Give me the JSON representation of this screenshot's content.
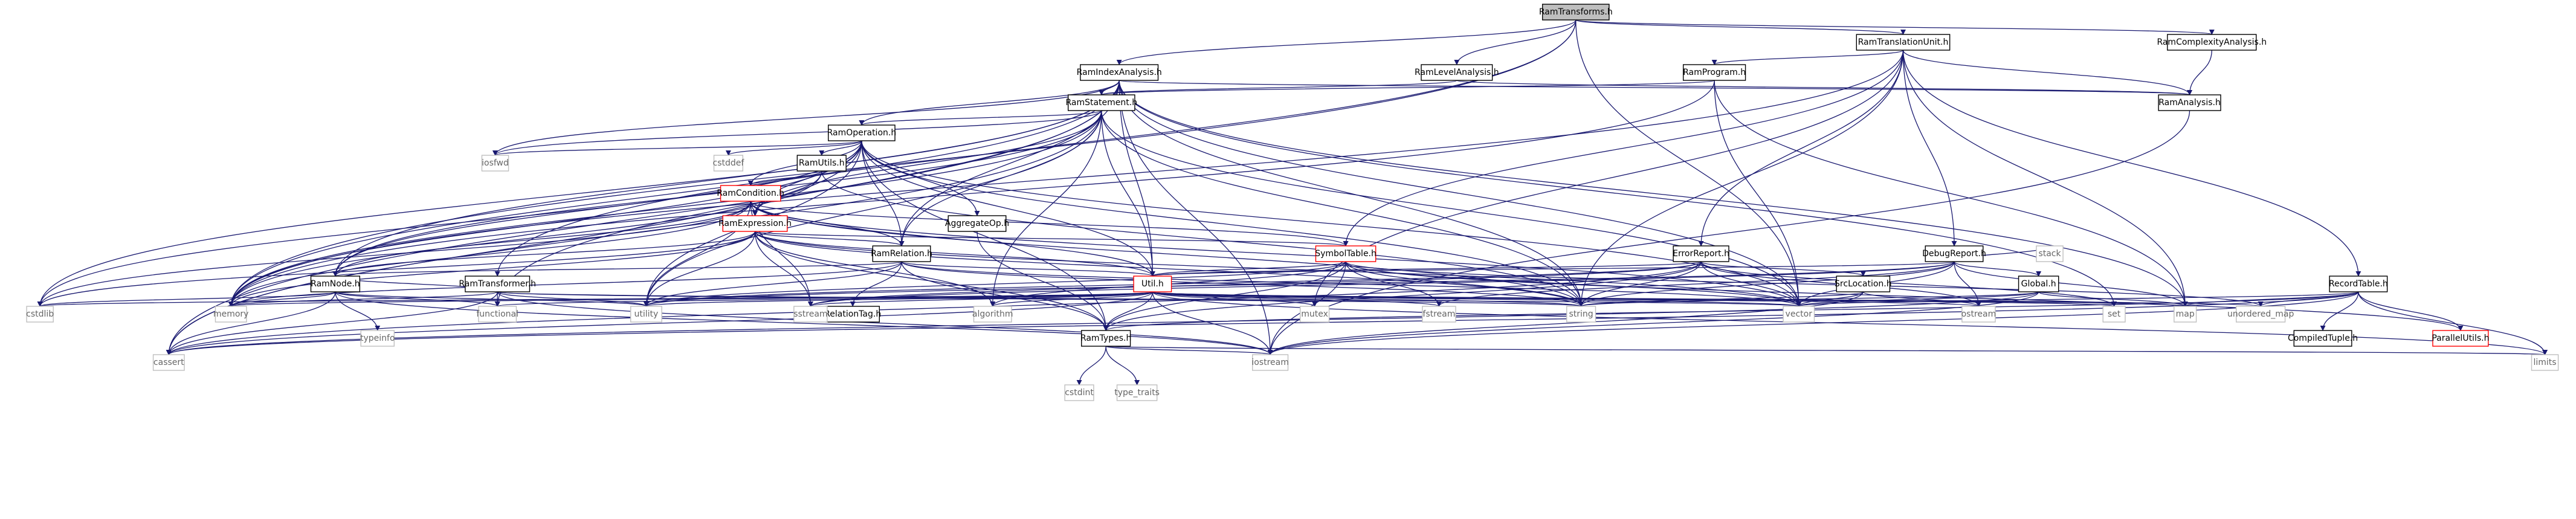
{
  "graph": {
    "nodes": [
      {
        "id": "n0",
        "label": "RamTransforms.h",
        "style": "root"
      },
      {
        "id": "n1",
        "label": "RamTranslationUnit.h",
        "style": "doc"
      },
      {
        "id": "n2",
        "label": "RamComplexityAnalysis.h",
        "style": "doc"
      },
      {
        "id": "n3",
        "label": "RamIndexAnalysis.h",
        "style": "doc"
      },
      {
        "id": "n4",
        "label": "RamLevelAnalysis.h",
        "style": "doc"
      },
      {
        "id": "n5",
        "label": "RamProgram.h",
        "style": "doc"
      },
      {
        "id": "n6",
        "label": "RamAnalysis.h",
        "style": "doc"
      },
      {
        "id": "n7",
        "label": "RamStatement.h",
        "style": "doc"
      },
      {
        "id": "n8",
        "label": "RamOperation.h",
        "style": "doc"
      },
      {
        "id": "n9",
        "label": "RamUtils.h",
        "style": "doc"
      },
      {
        "id": "n10",
        "label": "RamCondition.h",
        "style": "red"
      },
      {
        "id": "n11",
        "label": "RamExpression.h",
        "style": "red"
      },
      {
        "id": "n12",
        "label": "AggregateOp.h",
        "style": "doc"
      },
      {
        "id": "n13",
        "label": "RamRelation.h",
        "style": "doc"
      },
      {
        "id": "n14",
        "label": "SymbolTable.h",
        "style": "red"
      },
      {
        "id": "n15",
        "label": "ErrorReport.h",
        "style": "doc"
      },
      {
        "id": "n16",
        "label": "DebugReport.h",
        "style": "doc"
      },
      {
        "id": "n17",
        "label": "RamNode.h",
        "style": "doc"
      },
      {
        "id": "n18",
        "label": "RamTransformer.h",
        "style": "doc"
      },
      {
        "id": "n19",
        "label": "RelationTag.h",
        "style": "doc"
      },
      {
        "id": "n20",
        "label": "Util.h",
        "style": "red"
      },
      {
        "id": "n21",
        "label": "SrcLocation.h",
        "style": "doc"
      },
      {
        "id": "n22",
        "label": "Global.h",
        "style": "doc"
      },
      {
        "id": "n23",
        "label": "RecordTable.h",
        "style": "doc"
      },
      {
        "id": "n24",
        "label": "RamTypes.h",
        "style": "doc"
      },
      {
        "id": "n25",
        "label": "CompiledTuple.h",
        "style": "doc"
      },
      {
        "id": "n26",
        "label": "ParallelUtils.h",
        "style": "red"
      },
      {
        "id": "n27",
        "label": "iosfwd",
        "style": "sys"
      },
      {
        "id": "n28",
        "label": "cstddef",
        "style": "sys"
      },
      {
        "id": "n29",
        "label": "cstdlib",
        "style": "sys"
      },
      {
        "id": "n30",
        "label": "memory",
        "style": "sys"
      },
      {
        "id": "n31",
        "label": "typeinfo",
        "style": "sys"
      },
      {
        "id": "n32",
        "label": "functional",
        "style": "sys"
      },
      {
        "id": "n33",
        "label": "utility",
        "style": "sys"
      },
      {
        "id": "n34",
        "label": "sstream",
        "style": "sys"
      },
      {
        "id": "n35",
        "label": "algorithm",
        "style": "sys"
      },
      {
        "id": "n36",
        "label": "mutex",
        "style": "sys"
      },
      {
        "id": "n37",
        "label": "fstream",
        "style": "sys"
      },
      {
        "id": "n38",
        "label": "string",
        "style": "sys"
      },
      {
        "id": "n39",
        "label": "vector",
        "style": "sys"
      },
      {
        "id": "n40",
        "label": "ostream",
        "style": "sys"
      },
      {
        "id": "n41",
        "label": "set",
        "style": "sys"
      },
      {
        "id": "n42",
        "label": "map",
        "style": "sys"
      },
      {
        "id": "n43",
        "label": "unordered_map",
        "style": "sys"
      },
      {
        "id": "n44",
        "label": "stack",
        "style": "sys"
      },
      {
        "id": "n45",
        "label": "cassert",
        "style": "sys"
      },
      {
        "id": "n46",
        "label": "iostream",
        "style": "sys"
      },
      {
        "id": "n47",
        "label": "limits",
        "style": "sys"
      },
      {
        "id": "n48",
        "label": "cstdint",
        "style": "sys"
      },
      {
        "id": "n49",
        "label": "type_traits",
        "style": "sys"
      }
    ],
    "edges": [
      [
        "n0",
        "n1"
      ],
      [
        "n0",
        "n2"
      ],
      [
        "n0",
        "n3"
      ],
      [
        "n0",
        "n4"
      ],
      [
        "n0",
        "n18"
      ],
      [
        "n0",
        "n30"
      ],
      [
        "n0",
        "n39"
      ],
      [
        "n1",
        "n5"
      ],
      [
        "n1",
        "n6"
      ],
      [
        "n1",
        "n15"
      ],
      [
        "n1",
        "n16"
      ],
      [
        "n1",
        "n23"
      ],
      [
        "n1",
        "n14"
      ],
      [
        "n1",
        "n36"
      ],
      [
        "n1",
        "n38"
      ],
      [
        "n1",
        "n42"
      ],
      [
        "n1",
        "n30"
      ],
      [
        "n2",
        "n6"
      ],
      [
        "n3",
        "n7"
      ],
      [
        "n3",
        "n8"
      ],
      [
        "n3",
        "n13"
      ],
      [
        "n3",
        "n17"
      ],
      [
        "n3",
        "n6"
      ],
      [
        "n3",
        "n20"
      ],
      [
        "n3",
        "n38"
      ],
      [
        "n3",
        "n39"
      ],
      [
        "n3",
        "n41"
      ],
      [
        "n3",
        "n42"
      ],
      [
        "n3",
        "n30"
      ],
      [
        "n3",
        "n45"
      ],
      [
        "n3",
        "n29"
      ],
      [
        "n3",
        "n46"
      ],
      [
        "n3",
        "n32"
      ],
      [
        "n3",
        "n27"
      ],
      [
        "n4",
        "n7"
      ],
      [
        "n4",
        "n6"
      ],
      [
        "n5",
        "n7"
      ],
      [
        "n5",
        "n42"
      ],
      [
        "n5",
        "n39"
      ],
      [
        "n5",
        "n30"
      ],
      [
        "n6",
        "n46"
      ],
      [
        "n7",
        "n8"
      ],
      [
        "n7",
        "n13"
      ],
      [
        "n7",
        "n17"
      ],
      [
        "n7",
        "n11"
      ],
      [
        "n7",
        "n20"
      ],
      [
        "n7",
        "n35"
      ],
      [
        "n7",
        "n38"
      ],
      [
        "n7",
        "n39"
      ],
      [
        "n7",
        "n30"
      ],
      [
        "n7",
        "n27"
      ],
      [
        "n7",
        "n33"
      ],
      [
        "n7",
        "n45"
      ],
      [
        "n8",
        "n9"
      ],
      [
        "n8",
        "n10"
      ],
      [
        "n8",
        "n11"
      ],
      [
        "n8",
        "n12"
      ],
      [
        "n8",
        "n13"
      ],
      [
        "n8",
        "n17"
      ],
      [
        "n8",
        "n20"
      ],
      [
        "n8",
        "n24"
      ],
      [
        "n8",
        "n28"
      ],
      [
        "n8",
        "n27"
      ],
      [
        "n8",
        "n38"
      ],
      [
        "n8",
        "n39"
      ],
      [
        "n8",
        "n30"
      ],
      [
        "n8",
        "n29"
      ],
      [
        "n8",
        "n33"
      ],
      [
        "n8",
        "n45"
      ],
      [
        "n9",
        "n10"
      ],
      [
        "n9",
        "n11"
      ],
      [
        "n9",
        "n38"
      ],
      [
        "n9",
        "n30"
      ],
      [
        "n10",
        "n11"
      ],
      [
        "n10",
        "n13"
      ],
      [
        "n10",
        "n17"
      ],
      [
        "n10",
        "n14"
      ],
      [
        "n10",
        "n20"
      ],
      [
        "n10",
        "n34"
      ],
      [
        "n10",
        "n38"
      ],
      [
        "n10",
        "n39"
      ],
      [
        "n10",
        "n30"
      ],
      [
        "n10",
        "n29"
      ],
      [
        "n10",
        "n33"
      ],
      [
        "n11",
        "n13"
      ],
      [
        "n11",
        "n17"
      ],
      [
        "n11",
        "n14"
      ],
      [
        "n11",
        "n20"
      ],
      [
        "n11",
        "n24"
      ],
      [
        "n11",
        "n35"
      ],
      [
        "n11",
        "n38"
      ],
      [
        "n11",
        "n39"
      ],
      [
        "n11",
        "n30"
      ],
      [
        "n11",
        "n33"
      ],
      [
        "n11",
        "n34"
      ],
      [
        "n11",
        "n29"
      ],
      [
        "n12",
        "n24"
      ],
      [
        "n13",
        "n17"
      ],
      [
        "n13",
        "n19"
      ],
      [
        "n13",
        "n20"
      ],
      [
        "n13",
        "n24"
      ],
      [
        "n13",
        "n38"
      ],
      [
        "n13",
        "n39"
      ],
      [
        "n13",
        "n30"
      ],
      [
        "n13",
        "n33"
      ],
      [
        "n14",
        "n20"
      ],
      [
        "n14",
        "n24"
      ],
      [
        "n14",
        "n38"
      ],
      [
        "n14",
        "n39"
      ],
      [
        "n14",
        "n46"
      ],
      [
        "n14",
        "n33"
      ],
      [
        "n14",
        "n37"
      ],
      [
        "n14",
        "n35"
      ],
      [
        "n14",
        "n43"
      ],
      [
        "n14",
        "n26"
      ],
      [
        "n15",
        "n20"
      ],
      [
        "n15",
        "n21"
      ],
      [
        "n15",
        "n24"
      ],
      [
        "n15",
        "n40"
      ],
      [
        "n15",
        "n39"
      ],
      [
        "n15",
        "n38"
      ],
      [
        "n15",
        "n41"
      ],
      [
        "n15",
        "n33"
      ],
      [
        "n15",
        "n34"
      ],
      [
        "n15",
        "n45"
      ],
      [
        "n16",
        "n22"
      ],
      [
        "n16",
        "n20"
      ],
      [
        "n16",
        "n44"
      ],
      [
        "n16",
        "n38"
      ],
      [
        "n16",
        "n39"
      ],
      [
        "n16",
        "n42"
      ],
      [
        "n16",
        "n40"
      ],
      [
        "n16",
        "n37"
      ],
      [
        "n16",
        "n34"
      ],
      [
        "n16",
        "n33"
      ],
      [
        "n17",
        "n32"
      ],
      [
        "n17",
        "n31"
      ],
      [
        "n17",
        "n33"
      ],
      [
        "n17",
        "n30"
      ],
      [
        "n17",
        "n29"
      ],
      [
        "n17",
        "n45"
      ],
      [
        "n17",
        "n46"
      ],
      [
        "n18",
        "n17"
      ],
      [
        "n18",
        "n32"
      ],
      [
        "n18",
        "n30"
      ],
      [
        "n18",
        "n33"
      ],
      [
        "n18",
        "n45"
      ],
      [
        "n18",
        "n46"
      ],
      [
        "n18",
        "n38"
      ],
      [
        "n18",
        "n39"
      ],
      [
        "n20",
        "n24"
      ],
      [
        "n20",
        "n35"
      ],
      [
        "n20",
        "n36"
      ],
      [
        "n20",
        "n37"
      ],
      [
        "n20",
        "n38"
      ],
      [
        "n20",
        "n39"
      ],
      [
        "n20",
        "n40"
      ],
      [
        "n20",
        "n41"
      ],
      [
        "n20",
        "n42"
      ],
      [
        "n20",
        "n43"
      ],
      [
        "n20",
        "n45"
      ],
      [
        "n20",
        "n46"
      ],
      [
        "n20",
        "n47"
      ],
      [
        "n20",
        "n34"
      ],
      [
        "n20",
        "n33"
      ],
      [
        "n20",
        "n32"
      ],
      [
        "n20",
        "n30"
      ],
      [
        "n20",
        "n29"
      ],
      [
        "n21",
        "n38"
      ],
      [
        "n21",
        "n39"
      ],
      [
        "n21",
        "n40"
      ],
      [
        "n21",
        "n46"
      ],
      [
        "n22",
        "n38"
      ],
      [
        "n22",
        "n42"
      ],
      [
        "n22",
        "n39"
      ],
      [
        "n22",
        "n45"
      ],
      [
        "n22",
        "n46"
      ],
      [
        "n23",
        "n24"
      ],
      [
        "n23",
        "n25"
      ],
      [
        "n23",
        "n26"
      ],
      [
        "n23",
        "n42"
      ],
      [
        "n23",
        "n39"
      ],
      [
        "n23",
        "n47"
      ],
      [
        "n23",
        "n45"
      ],
      [
        "n23",
        "n46"
      ],
      [
        "n23",
        "n43"
      ],
      [
        "n24",
        "n48"
      ],
      [
        "n24",
        "n49"
      ],
      [
        "n24",
        "n47"
      ],
      [
        "n24",
        "n46"
      ]
    ]
  },
  "colors": {
    "root_fill": "#bfbfbf",
    "doc_fill": "#ffffff",
    "doc_stroke": "#000000",
    "red_stroke": "#ff0000",
    "sys_stroke": "#bfbfbf",
    "sys_text": "#666666",
    "edge": "#191970"
  }
}
